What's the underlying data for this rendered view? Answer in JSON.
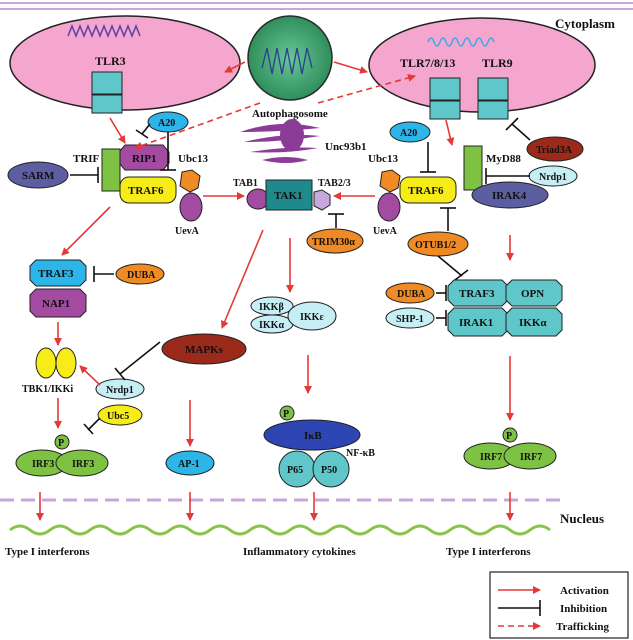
{
  "compartments": {
    "cytoplasm": "Cytoplasm",
    "nucleus": "Nucleus"
  },
  "receptors": {
    "tlr3": "TLR3",
    "tlr7813": "TLR7/8/13",
    "tlr9": "TLR9"
  },
  "autophagosome": "Autophagosome",
  "unc93b1": "Unc93b1",
  "left_pathway": {
    "a20": "A20",
    "rip1": "RIP1",
    "ubc13": "Ubc13",
    "trif": "TRIF",
    "sarm": "SARM",
    "traf6": "TRAF6",
    "ueva": "UevA",
    "traf3": "TRAF3",
    "duba": "DUBA",
    "nap1": "NAP1",
    "tbk1": "TBK1/IKKi",
    "nrdp1": "Nrdp1",
    "ubc5": "Ubc5",
    "irf3_a": "IRF3",
    "irf3_b": "IRF3",
    "p": "P"
  },
  "center_pathway": {
    "tab1": "TAB1",
    "tak1": "TAK1",
    "tab23": "TAB2/3",
    "trim30": "TRIM30α",
    "mapks": "MAPKs",
    "ap1": "AP-1",
    "ikkb": "IKKβ",
    "ikka": "IKKα",
    "ikke": "IKKε",
    "ikb": "IκB",
    "p": "P",
    "p65": "P65",
    "p50": "P50",
    "nfkb": "NF-κB"
  },
  "right_pathway": {
    "a20": "A20",
    "ubc13": "Ubc13",
    "traf6": "TRAF6",
    "ueva": "UevA",
    "myd88": "MyD88",
    "triad3a": "Triad3A",
    "nrdp1": "Nrdp1",
    "irak4": "IRAK4",
    "otub": "OTUB1/2",
    "duba": "DUBA",
    "traf3": "TRAF3",
    "opn": "OPN",
    "shp1": "SHP-1",
    "irak1": "IRAK1",
    "ikka": "IKKα",
    "irf7_a": "IRF7",
    "irf7_b": "IRF7",
    "p": "P"
  },
  "outputs": {
    "left": "Type I interferons",
    "center": "Inflammatory cytokines",
    "right": "Type I interferons"
  },
  "legend": {
    "activation": "Activation",
    "inhibition": "Inhibition",
    "trafficking": "Trafficking"
  },
  "colors": {
    "receptor_pink": "#f4a6cf",
    "tlr_teal": "#5fc7c9",
    "activation_red": "#e53935",
    "membrane_lilac": "#c9a5d9",
    "traf6_yellow": "#f7ec18",
    "irf_green": "#7dc242",
    "cyan": "#2cb5e8",
    "purple": "#a24ba0",
    "orange": "#f5a623",
    "brown": "#9c2a1b"
  }
}
